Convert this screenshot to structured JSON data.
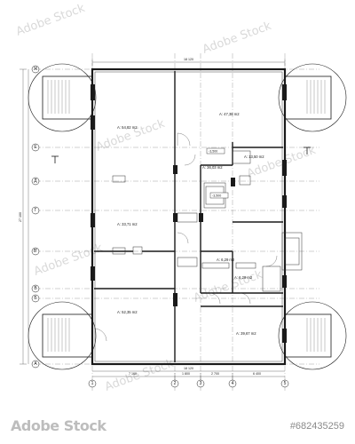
{
  "plan": {
    "axis_rows": [
      "Ж",
      "Е",
      "Д",
      "Г",
      "В'",
      "В",
      "Б",
      "А"
    ],
    "axis_cols": [
      "1",
      "2",
      "3",
      "4",
      "5"
    ],
    "rooms": [
      {
        "id": "room-1",
        "label": "A: 54,82 m2"
      },
      {
        "id": "room-2",
        "label": "A: 47,38 m2"
      },
      {
        "id": "room-3",
        "label": "A: 36,03 m2"
      },
      {
        "id": "room-4",
        "label": "A: 13,50 m2"
      },
      {
        "id": "room-5",
        "label": "A: 33,71 m2"
      },
      {
        "id": "room-6",
        "label": "A: 6,29 m2"
      },
      {
        "id": "room-7",
        "label": "A: 6,29 m2"
      },
      {
        "id": "room-8",
        "label": "A: 52,35 m2"
      },
      {
        "id": "room-9",
        "label": "A: 39,67 m2"
      }
    ],
    "levels": [
      "-3,500",
      "-3,500"
    ],
    "dimensions": {
      "top_total": "18 120",
      "bottom_total": "18 120",
      "bottom_segments": [
        "7 160",
        "1 800",
        "2 700",
        "6 400"
      ],
      "left_total": "27 100"
    }
  },
  "stock": {
    "logo": "Adobe Stock",
    "id": "#682435259"
  }
}
